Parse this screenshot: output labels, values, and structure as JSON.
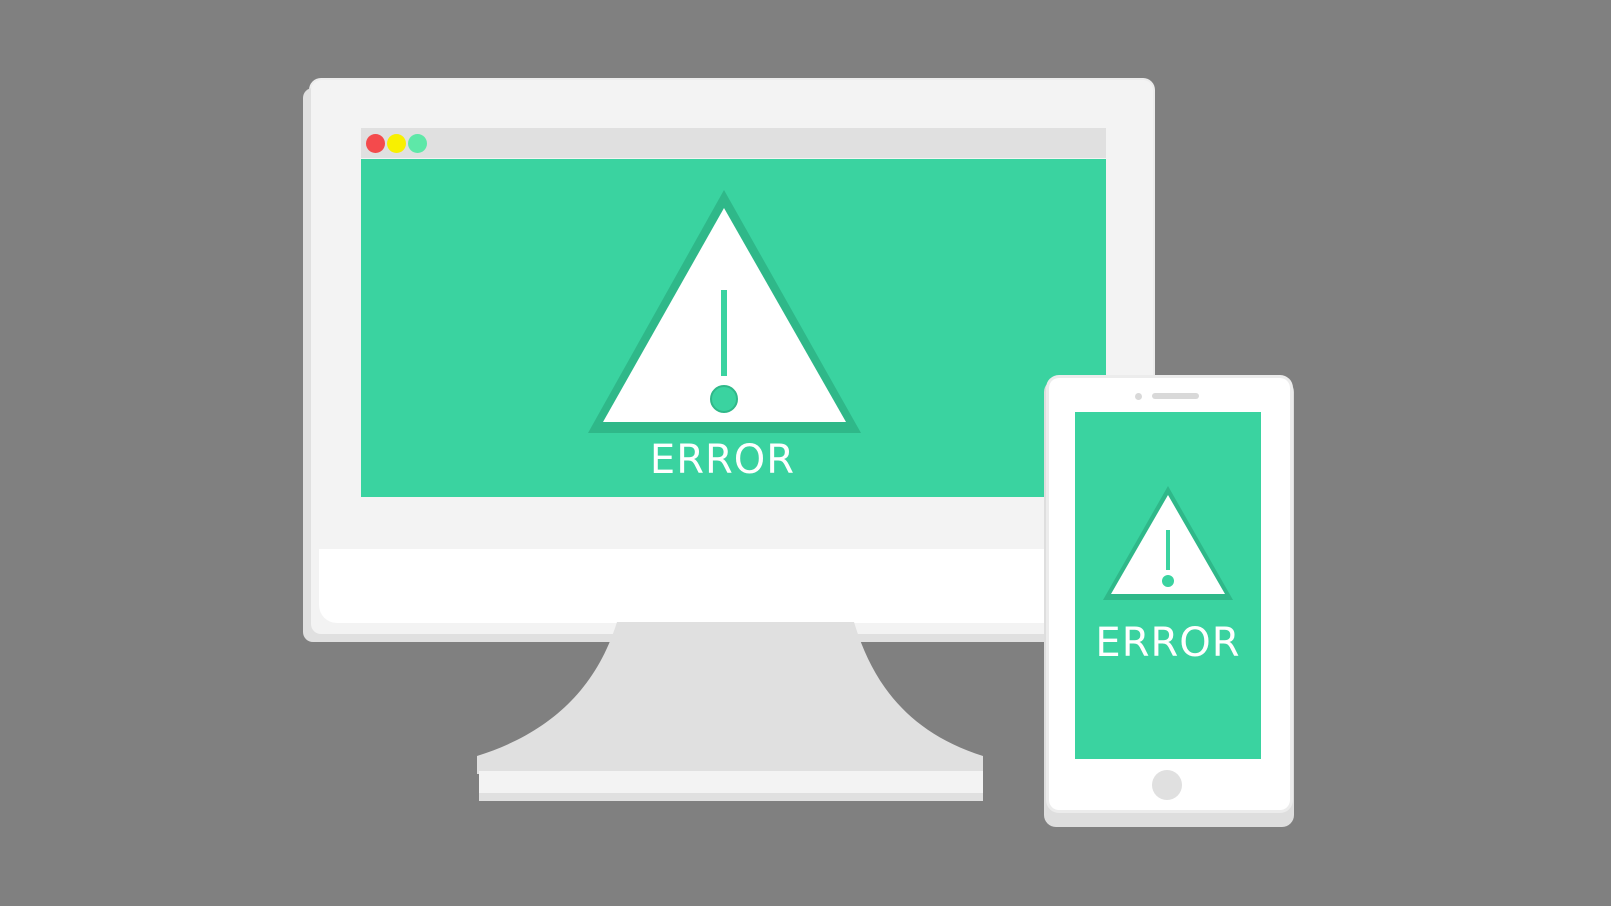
{
  "desktop": {
    "window_controls": [
      "close",
      "minimize",
      "maximize"
    ],
    "warning_icon": "warning-triangle-icon",
    "error_label": "ERROR"
  },
  "phone": {
    "warning_icon": "warning-triangle-icon",
    "error_label": "ERROR"
  },
  "colors": {
    "background": "#808080",
    "screen_green": "#3ad3a0",
    "screen_green_dark": "#2fb889",
    "device_light": "#f3f3f3",
    "device_white": "#ffffff",
    "stand_gray": "#e0e0e0",
    "control_red": "#f44a4c",
    "control_yellow": "#f8f000",
    "control_green": "#5ee8a8"
  }
}
